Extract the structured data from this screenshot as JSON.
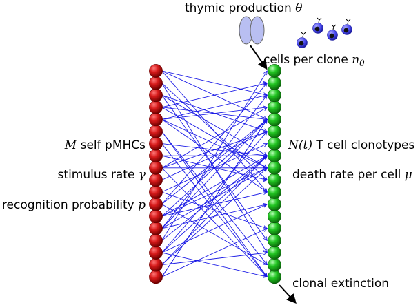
{
  "labels": {
    "thymic_production": "thymic production",
    "thymic_symbol": "θ",
    "cells_per_clone": "cells per clone",
    "cells_per_clone_symbol": "n",
    "cells_per_clone_subscript": "θ",
    "self_pmhc_symbol": "M",
    "self_pmhc": "self pMHCs",
    "stimulus_rate": "stimulus rate",
    "stimulus_rate_symbol": "γ",
    "recognition_probability": "recognition probability",
    "recognition_probability_symbol": "p",
    "clonotypes_symbol": "N(t)",
    "clonotypes": "T cell clonotypes",
    "death_rate": "death rate per cell",
    "death_rate_symbol": "μ",
    "clonal_extinction": "clonal extinction"
  },
  "colors": {
    "pmhc": "#d61a1a",
    "tcell": "#22c522",
    "edge": "#1a1ae6",
    "thymus": "#b9bff2",
    "lymphocyte": "#4a4af0"
  },
  "left_column_count": 18,
  "right_column_count": 18
}
